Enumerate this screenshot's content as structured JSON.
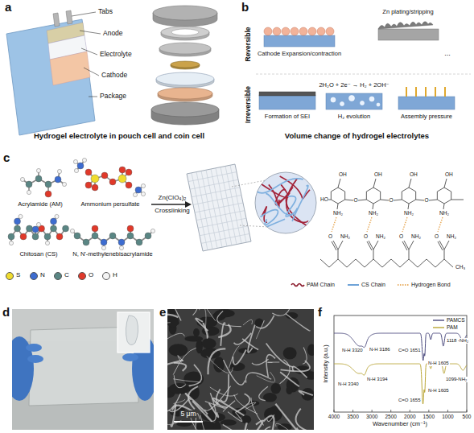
{
  "diagram": {
    "nodes": [
      {
        "text": [
          "a",
          "Hydrogel electrolyte in pouch cell and coin cell"
        ]
      },
      {
        "text": [
          "b",
          "Volume change of hydrogel electrolytes"
        ]
      },
      {
        "text": [
          "c"
        ]
      },
      {
        "text": [
          "d"
        ]
      },
      {
        "text": [
          "e"
        ]
      },
      {
        "text": [
          "f"
        ]
      }
    ],
    "labels": [
      "Tabs",
      "Anode",
      "Electrolyte",
      "Cathode",
      "Package",
      "Reversible",
      "Irreversible",
      "Cathode Expansion/contraction",
      "Zn plating/stripping",
      "...",
      "Formation of SEI",
      "2H₂O + 2e⁻ → H₂ + 2OH⁻",
      "H₂ evolution",
      "Assembly pressure",
      "Acrylamide (AM)",
      "Ammonium persulfate",
      "Chitosan (CS)",
      "N, N'-methylenebisacrylamide",
      "Zn(ClO₄)₂",
      "Crosslinking",
      "HO",
      "OH",
      "OH",
      "OH",
      "OH",
      "O",
      "O",
      "O",
      "NH₂",
      "NH₂",
      "NH₂",
      "NH₂",
      "O",
      "NH₂",
      "O",
      "NH₂",
      "O",
      "NH₂",
      "O",
      "NH₂",
      "CH₃",
      "5 μm",
      "N-H 3320",
      "N-H 3186",
      "C=O 1651",
      "N-H 1605",
      "1118 -NH₂",
      "N-H 3340",
      "N-H 3194",
      "C=O 1655",
      "N-H 1605",
      "1099-NH₂",
      "4000",
      "3500",
      "3000",
      "2500",
      "2000",
      "1500",
      "1000",
      "500",
      "Wavenumber (cm⁻¹)",
      "Intensity (a.u.)"
    ],
    "legend": [
      {
        "text": "S",
        "color": "#f0dc2e"
      },
      {
        "text": "N",
        "color": "#3d6cd0"
      },
      {
        "text": "C",
        "color": "#5a8684"
      },
      {
        "text": "O",
        "color": "#e0392a"
      },
      {
        "text": "H",
        "color": "#f4f4f4"
      },
      {
        "text": "PAM Chain"
      },
      {
        "text": "CS Chain"
      },
      {
        "text": "Hydrogen Bond"
      },
      {
        "text": "PAMCS"
      },
      {
        "text": "PAM"
      }
    ]
  }
}
